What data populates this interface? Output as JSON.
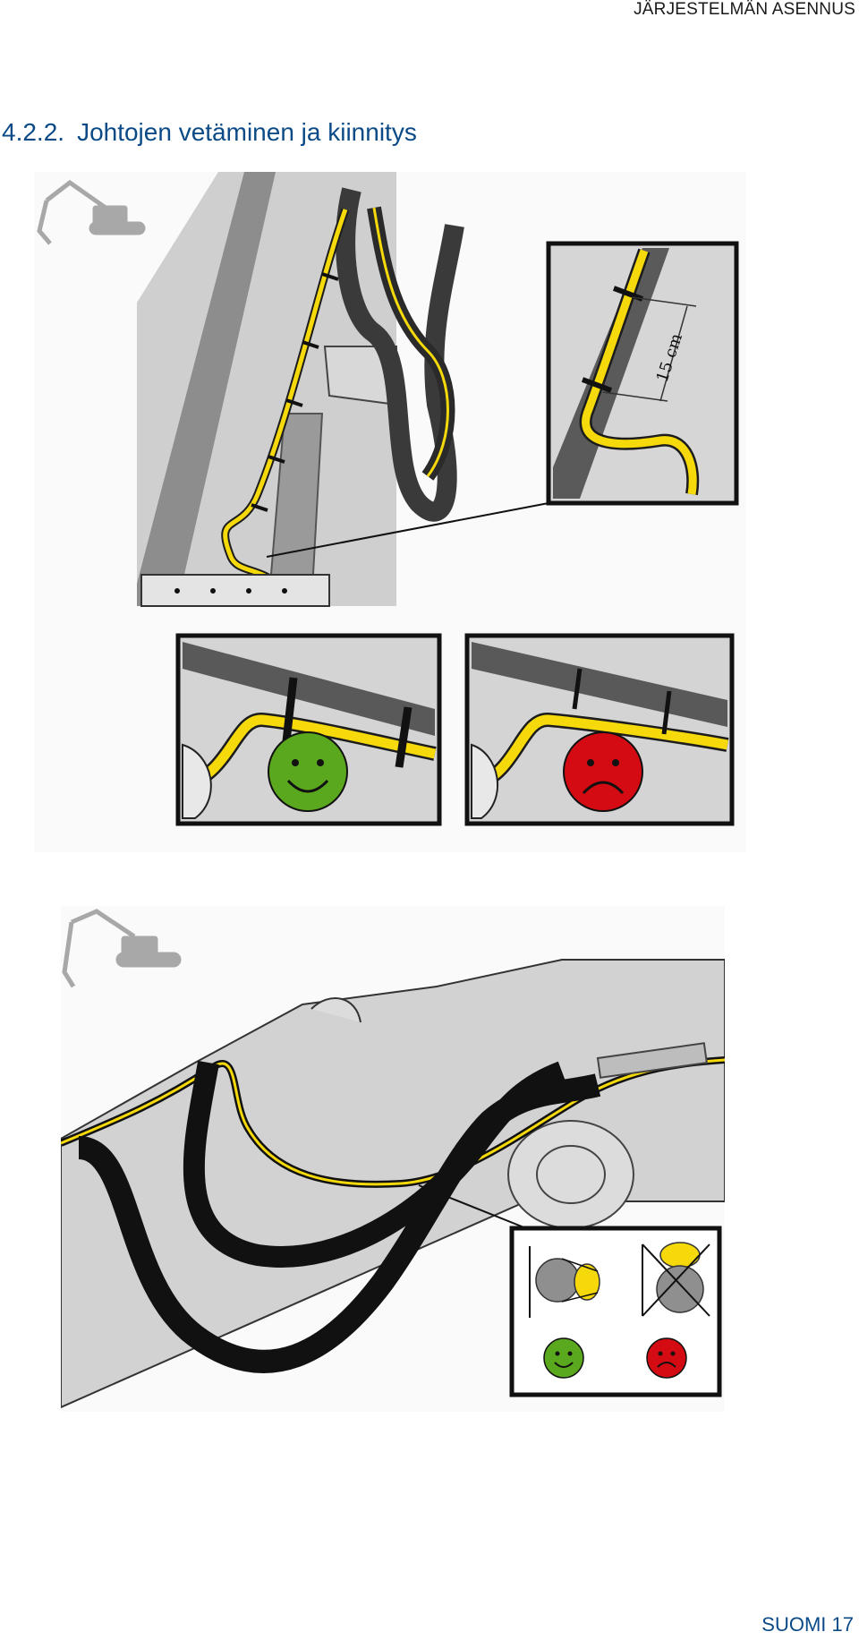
{
  "header": {
    "running_title": "JÄRJESTELMÄN ASENNUS"
  },
  "section": {
    "number": "4.2.2.",
    "title": "Johtojen vetäminen ja kiinnitys"
  },
  "figure1": {
    "detail_measure": "15 cm",
    "good_icon": "smiley-happy-icon",
    "bad_icon": "smiley-sad-icon"
  },
  "figure2": {
    "good_icon": "smiley-happy-icon",
    "bad_icon": "smiley-sad-icon"
  },
  "colors": {
    "cable_yellow": "#f5d90a",
    "hose_black": "#111111",
    "good_green": "#5aa81e",
    "bad_red": "#d40b12",
    "title_blue": "#0b4a86"
  },
  "footer": {
    "page_label": "SUOMI 17"
  }
}
